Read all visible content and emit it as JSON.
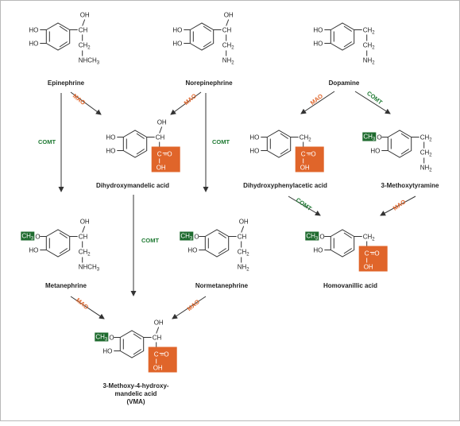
{
  "colors": {
    "mao": "#e0652a",
    "comt": "#1f7a33",
    "acid_box": "#e0652a",
    "methyl_box": "#1f6b2f"
  },
  "enzymes": {
    "mao": "MAO",
    "comt": "COMT"
  },
  "labels": {
    "oh": "OH",
    "ho": "HO",
    "ch": "CH",
    "ch2": "CH",
    "nh": "NH",
    "nhch": "NHCH",
    "ch3": "CH",
    "sub2": "2",
    "sub3": "3",
    "c": "C",
    "eq": "=O",
    "acid_oh": "OH",
    "o": "O"
  },
  "compounds": {
    "epinephrine": "Epinephrine",
    "norepinephrine": "Norepinephrine",
    "dopamine": "Dopamine",
    "dihydroxymandelic": "Dihydroxymandelic acid",
    "dihydroxyphenylacetic": "Dihydroxyphenylacetic acid",
    "methoxytyramine": "3-Methoxytyramine",
    "metanephrine": "Metanephrine",
    "normetanephrine": "Normetanephrine",
    "homovanillic": "Homovanillic acid",
    "vma_line1": "3-Methoxy-4-hydroxy-",
    "vma_line2": "mandelic acid",
    "vma_line3": "(VMA)"
  }
}
